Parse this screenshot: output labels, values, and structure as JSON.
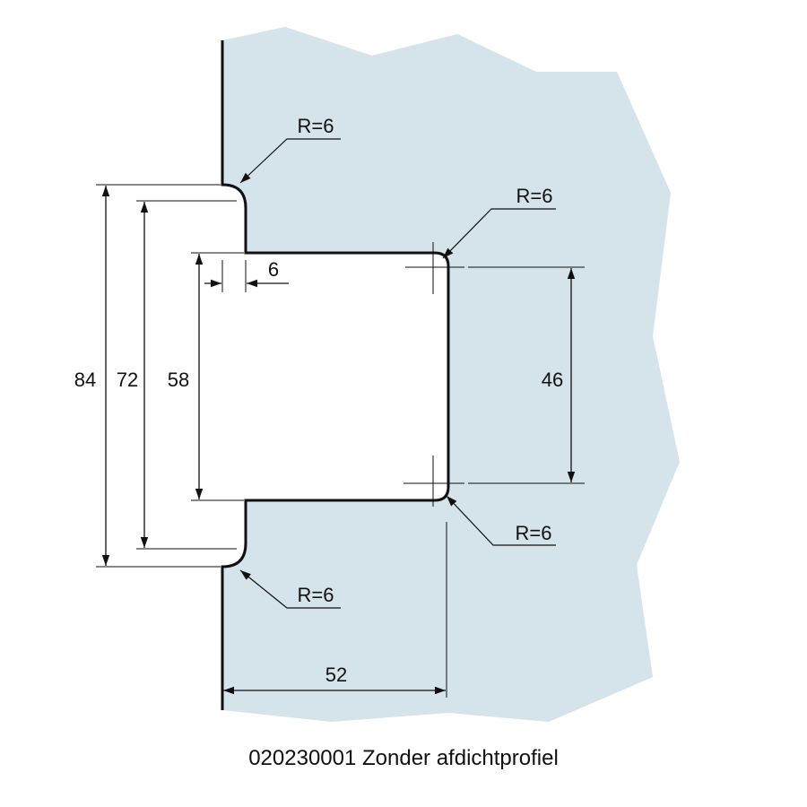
{
  "colors": {
    "glass": "#d5e3ea",
    "profile_line": "#111111",
    "dimension_line": "#111111",
    "background": "#ffffff"
  },
  "dimensions": {
    "height_outer": "84",
    "height_middle": "72",
    "height_inner": "58",
    "step": "6",
    "cutout_height": "46",
    "depth": "52"
  },
  "radii": {
    "top_left": "R=6",
    "top_right": "R=6",
    "bottom_right": "R=6",
    "bottom_left": "R=6"
  },
  "caption": "020230001 Zonder afdichtprofiel"
}
